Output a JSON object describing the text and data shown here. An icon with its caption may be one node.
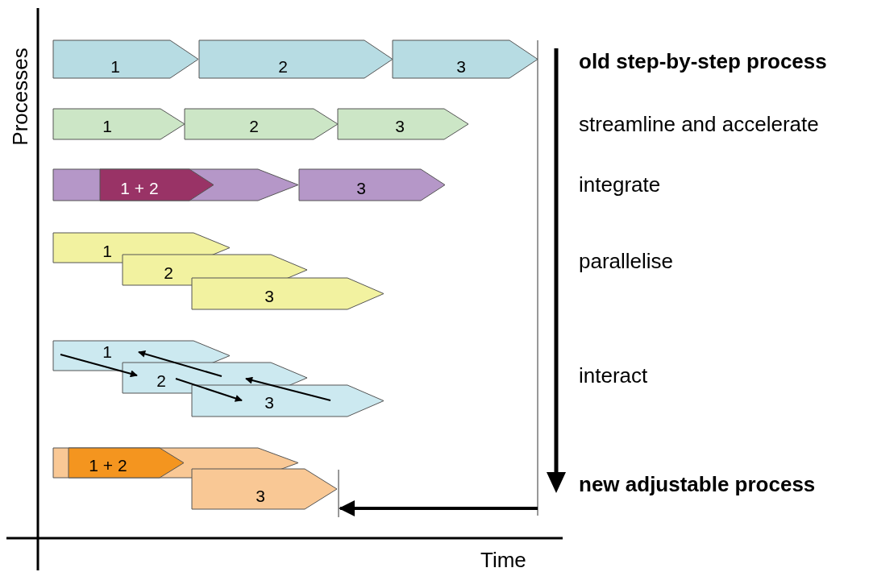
{
  "diagram": {
    "nodes": [
      {
        "text": [
          "1"
        ]
      },
      {
        "text": [
          "2"
        ]
      },
      {
        "text": [
          "3"
        ]
      },
      {
        "text": [
          "1"
        ]
      },
      {
        "text": [
          "2"
        ]
      },
      {
        "text": [
          "3"
        ]
      },
      {
        "text": [],
        "shape": "arrow"
      },
      {
        "text": [
          "1 + 2"
        ],
        "in": 6
      },
      {
        "text": [
          "3"
        ]
      },
      {
        "text": [
          "1"
        ]
      },
      {
        "text": [
          "2"
        ]
      },
      {
        "text": [
          "3"
        ]
      },
      {
        "text": [
          "1"
        ]
      },
      {
        "text": [
          "2"
        ]
      },
      {
        "text": [
          "3"
        ]
      },
      {
        "text": [],
        "shape": "arrow"
      },
      {
        "text": [
          "1 + 2"
        ],
        "in": 15
      },
      {
        "text": [
          "3"
        ]
      }
    ],
    "edges": [
      {
        "from": 12,
        "to": 13,
        "arrow": "to"
      },
      {
        "from": 13,
        "to": 14,
        "arrow": "to"
      },
      {
        "from": 14,
        "to": 13,
        "arrow": "to"
      },
      {
        "from": 13,
        "to": 12,
        "arrow": "to"
      }
    ],
    "labels": [
      "Processes",
      "Time",
      "old step-by-step process",
      "streamline and accelerate",
      "integrate",
      "parallelise",
      "interact",
      "new adjustable process"
    ]
  }
}
